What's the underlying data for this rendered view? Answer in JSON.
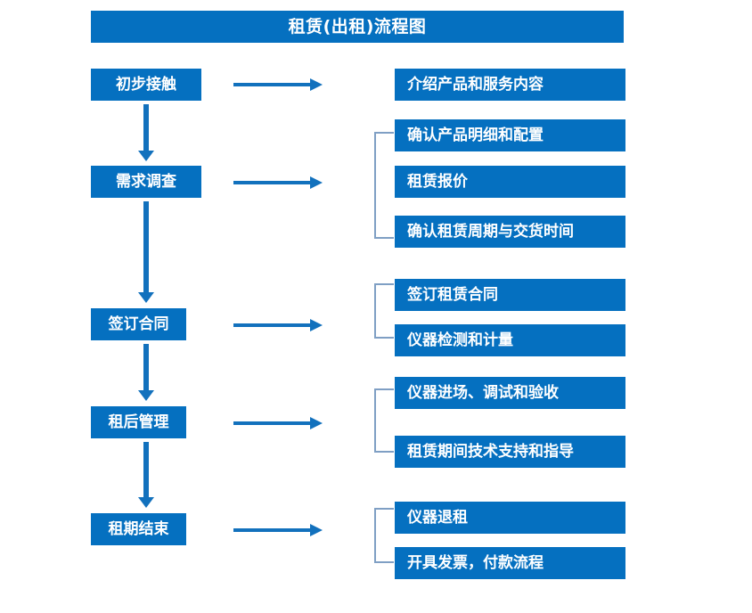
{
  "chart": {
    "title": "租赁(出租)流程图",
    "accent_color": "#0570c0",
    "arrow_color": "#1271bd",
    "bracket_color": "#7f9fc4",
    "text_color": "#ffffff",
    "background_color": "#ffffff"
  },
  "stages": [
    {
      "label": "初步接触"
    },
    {
      "label": "需求调查"
    },
    {
      "label": "签订合同"
    },
    {
      "label": "租后管理"
    },
    {
      "label": "租期结束"
    }
  ],
  "details": [
    {
      "label": "介绍产品和服务内容"
    },
    {
      "label": "确认产品明细和配置"
    },
    {
      "label": "租赁报价"
    },
    {
      "label": "确认租赁周期与交货时间"
    },
    {
      "label": "签订租赁合同"
    },
    {
      "label": "仪器检测和计量"
    },
    {
      "label": "仪器进场、调试和验收"
    },
    {
      "label": "租赁期间技术支持和指导"
    },
    {
      "label": "仪器退租"
    },
    {
      "label": "开具发票，付款流程"
    }
  ],
  "groups": [
    {
      "stage": "需求调查",
      "members": [
        "确认产品明细和配置",
        "租赁报价",
        "确认租赁周期与交货时间"
      ]
    },
    {
      "stage": "签订合同",
      "members": [
        "签订租赁合同",
        "仪器检测和计量"
      ]
    },
    {
      "stage": "租后管理",
      "members": [
        "仪器进场、调试和验收",
        "租赁期间技术支持和指导"
      ]
    },
    {
      "stage": "租期结束",
      "members": [
        "仪器退租",
        "开具发票，付款流程"
      ]
    }
  ]
}
